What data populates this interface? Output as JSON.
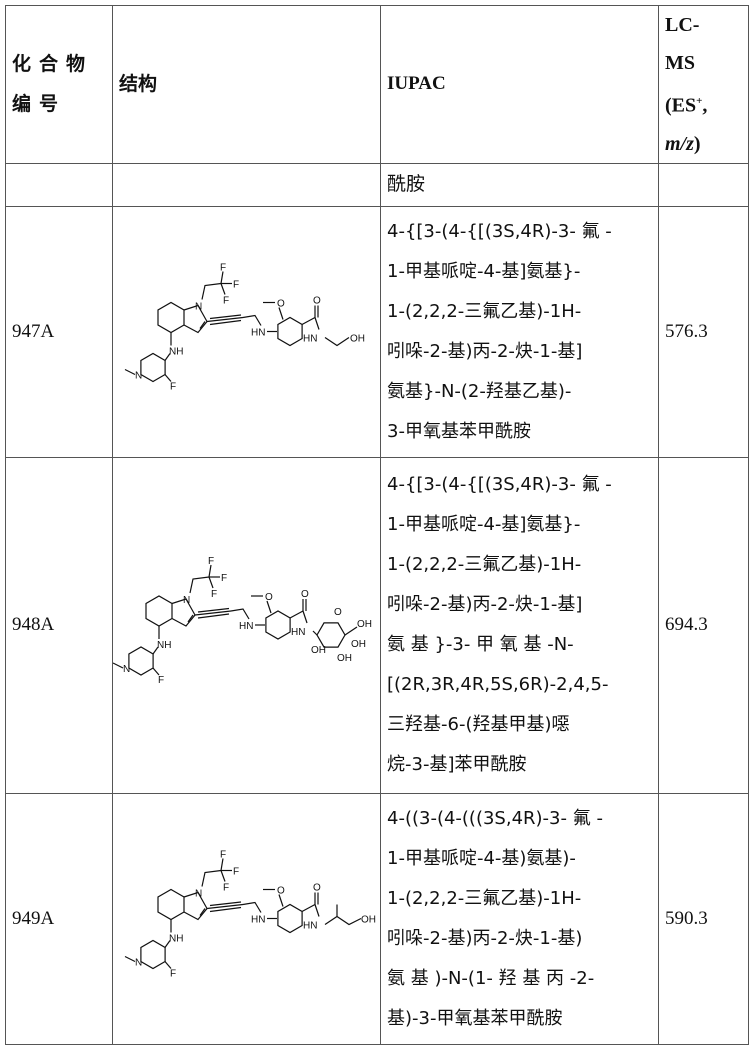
{
  "header": {
    "compound_id": [
      "化合物",
      "编号"
    ],
    "structure": "结构",
    "iupac": "IUPAC",
    "lcms": [
      "LC-",
      "MS",
      "(ES",
      "+",
      ",",
      "m/z",
      ")"
    ]
  },
  "continuation": {
    "iupac_tail": "酰胺"
  },
  "rows": [
    {
      "id": "947A",
      "iupac_lines": [
        "4-{[3-(4-{[(3S,4R)-3- 氟 -",
        "1-甲基哌啶-4-基]氨基}-",
        "1-(2,2,2-三氟乙基)-1H-",
        "吲哚-2-基)丙-2-炔-1-基]",
        "氨基}-N-(2-羟基乙基)-",
        "3-甲氧基苯甲酰胺"
      ],
      "lcms": "576.3",
      "structure_labels": {
        "f1": "F",
        "f2": "F",
        "f3": "F",
        "n": "N",
        "nh1": "NH",
        "n_pip": "N",
        "f_pip": "F",
        "o_me": "O",
        "hn": "HN",
        "o": "O",
        "hn_amide": "HN",
        "oh": "OH"
      }
    },
    {
      "id": "948A",
      "iupac_lines": [
        "4-{[3-(4-{[(3S,4R)-3- 氟 -",
        "1-甲基哌啶-4-基]氨基}-",
        "1-(2,2,2-三氟乙基)-1H-",
        "吲哚-2-基)丙-2-炔-1-基]",
        "氨 基 }-3- 甲 氧 基 -N-",
        "[(2R,3R,4R,5S,6R)-2,4,5-",
        "三羟基-6-(羟基甲基)噁",
        "烷-3-基]苯甲酰胺"
      ],
      "lcms": "694.3",
      "structure_labels": {
        "f1": "F",
        "f2": "F",
        "f3": "F",
        "n": "N",
        "nh1": "NH",
        "n_pip": "N",
        "f_pip": "F",
        "o_me": "O",
        "hn": "HN",
        "o": "O",
        "hn_amide": "HN",
        "oh": "OH",
        "o_ring": "O",
        "oh2": "OH",
        "oh3": "OH",
        "oh4": "OH"
      }
    },
    {
      "id": "949A",
      "iupac_lines": [
        "4-((3-(4-(((3S,4R)-3- 氟 -",
        "1-甲基哌啶-4-基)氨基)-",
        "1-(2,2,2-三氟乙基)-1H-",
        "吲哚-2-基)丙-2-炔-1-基)",
        "氨 基 )-N-(1- 羟 基 丙 -2-",
        "基)-3-甲氧基苯甲酰胺"
      ],
      "lcms": "590.3",
      "structure_labels": {
        "f1": "F",
        "f2": "F",
        "f3": "F",
        "n": "N",
        "nh1": "NH",
        "n_pip": "N",
        "f_pip": "F",
        "o_me": "O",
        "hn": "HN",
        "o": "O",
        "hn_amide": "HN",
        "oh": "OH"
      }
    }
  ]
}
